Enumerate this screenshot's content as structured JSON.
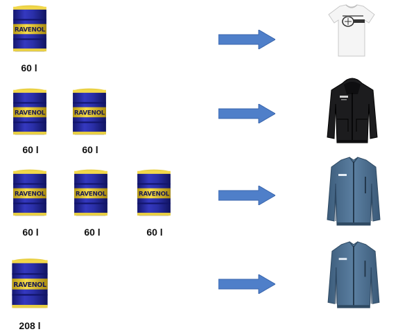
{
  "brand": "RAVENOL",
  "colors": {
    "barrel_blue": "#2a2fa8",
    "barrel_band": "#f0d23a",
    "arrow_blue": "#4f7fc9",
    "hoodie": "#1c1c1e",
    "jacket": "#4f7293"
  },
  "rows": [
    {
      "barrels": [
        "60 l"
      ],
      "reward": "t-shirt"
    },
    {
      "barrels": [
        "60 l",
        "60 l"
      ],
      "reward": "hoodie"
    },
    {
      "barrels": [
        "60 l",
        "60 l",
        "60 l"
      ],
      "reward": "softshell-jacket"
    },
    {
      "barrels": [
        "208 l"
      ],
      "reward": "softshell-jacket"
    }
  ]
}
